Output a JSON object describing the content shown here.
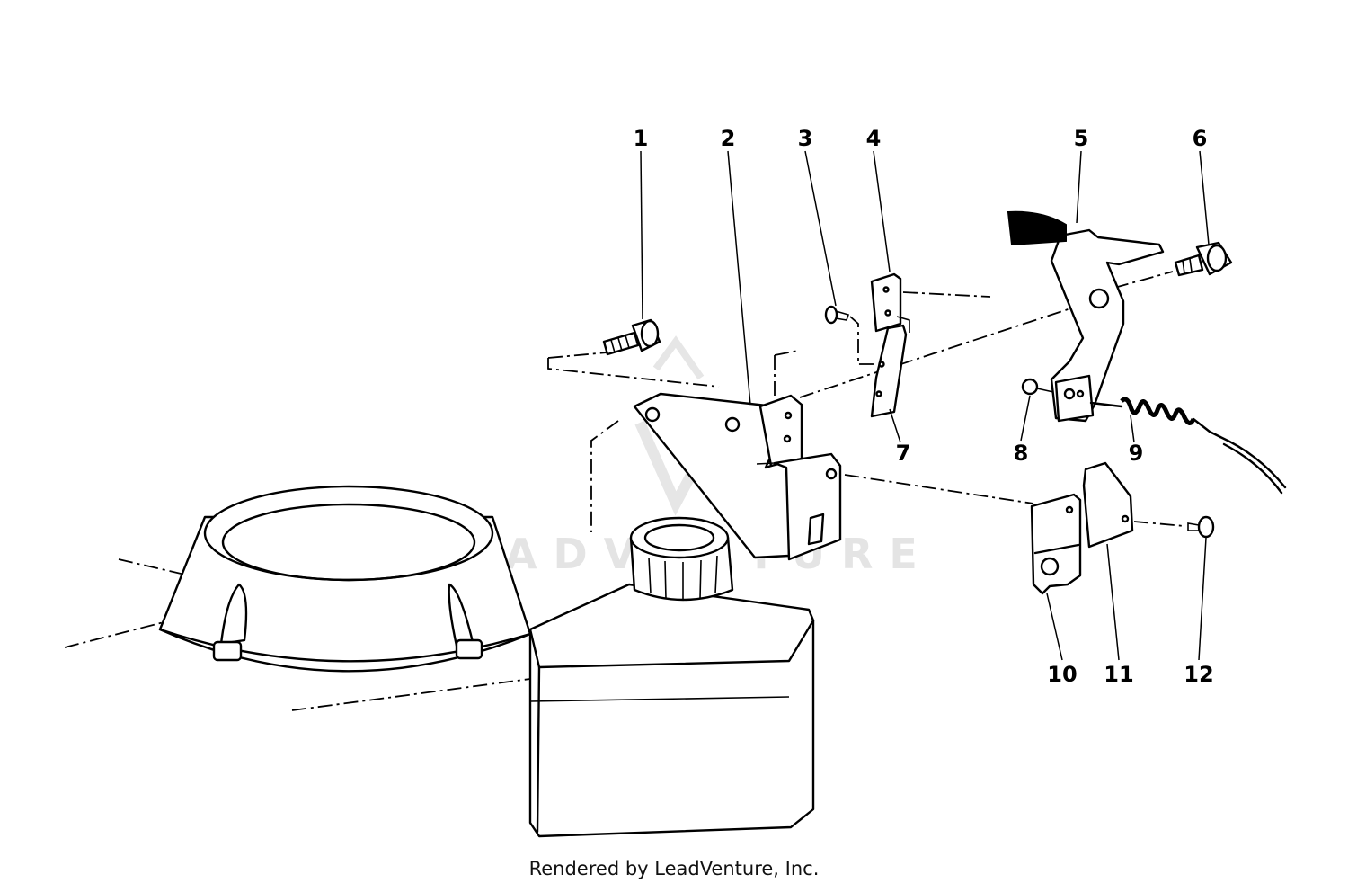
{
  "watermark": "LEADVENTURE",
  "credit": "Rendered by LeadVenture, Inc.",
  "callouts": [
    "1",
    "2",
    "3",
    "4",
    "5",
    "6",
    "7",
    "8",
    "9",
    "10",
    "11",
    "12"
  ]
}
